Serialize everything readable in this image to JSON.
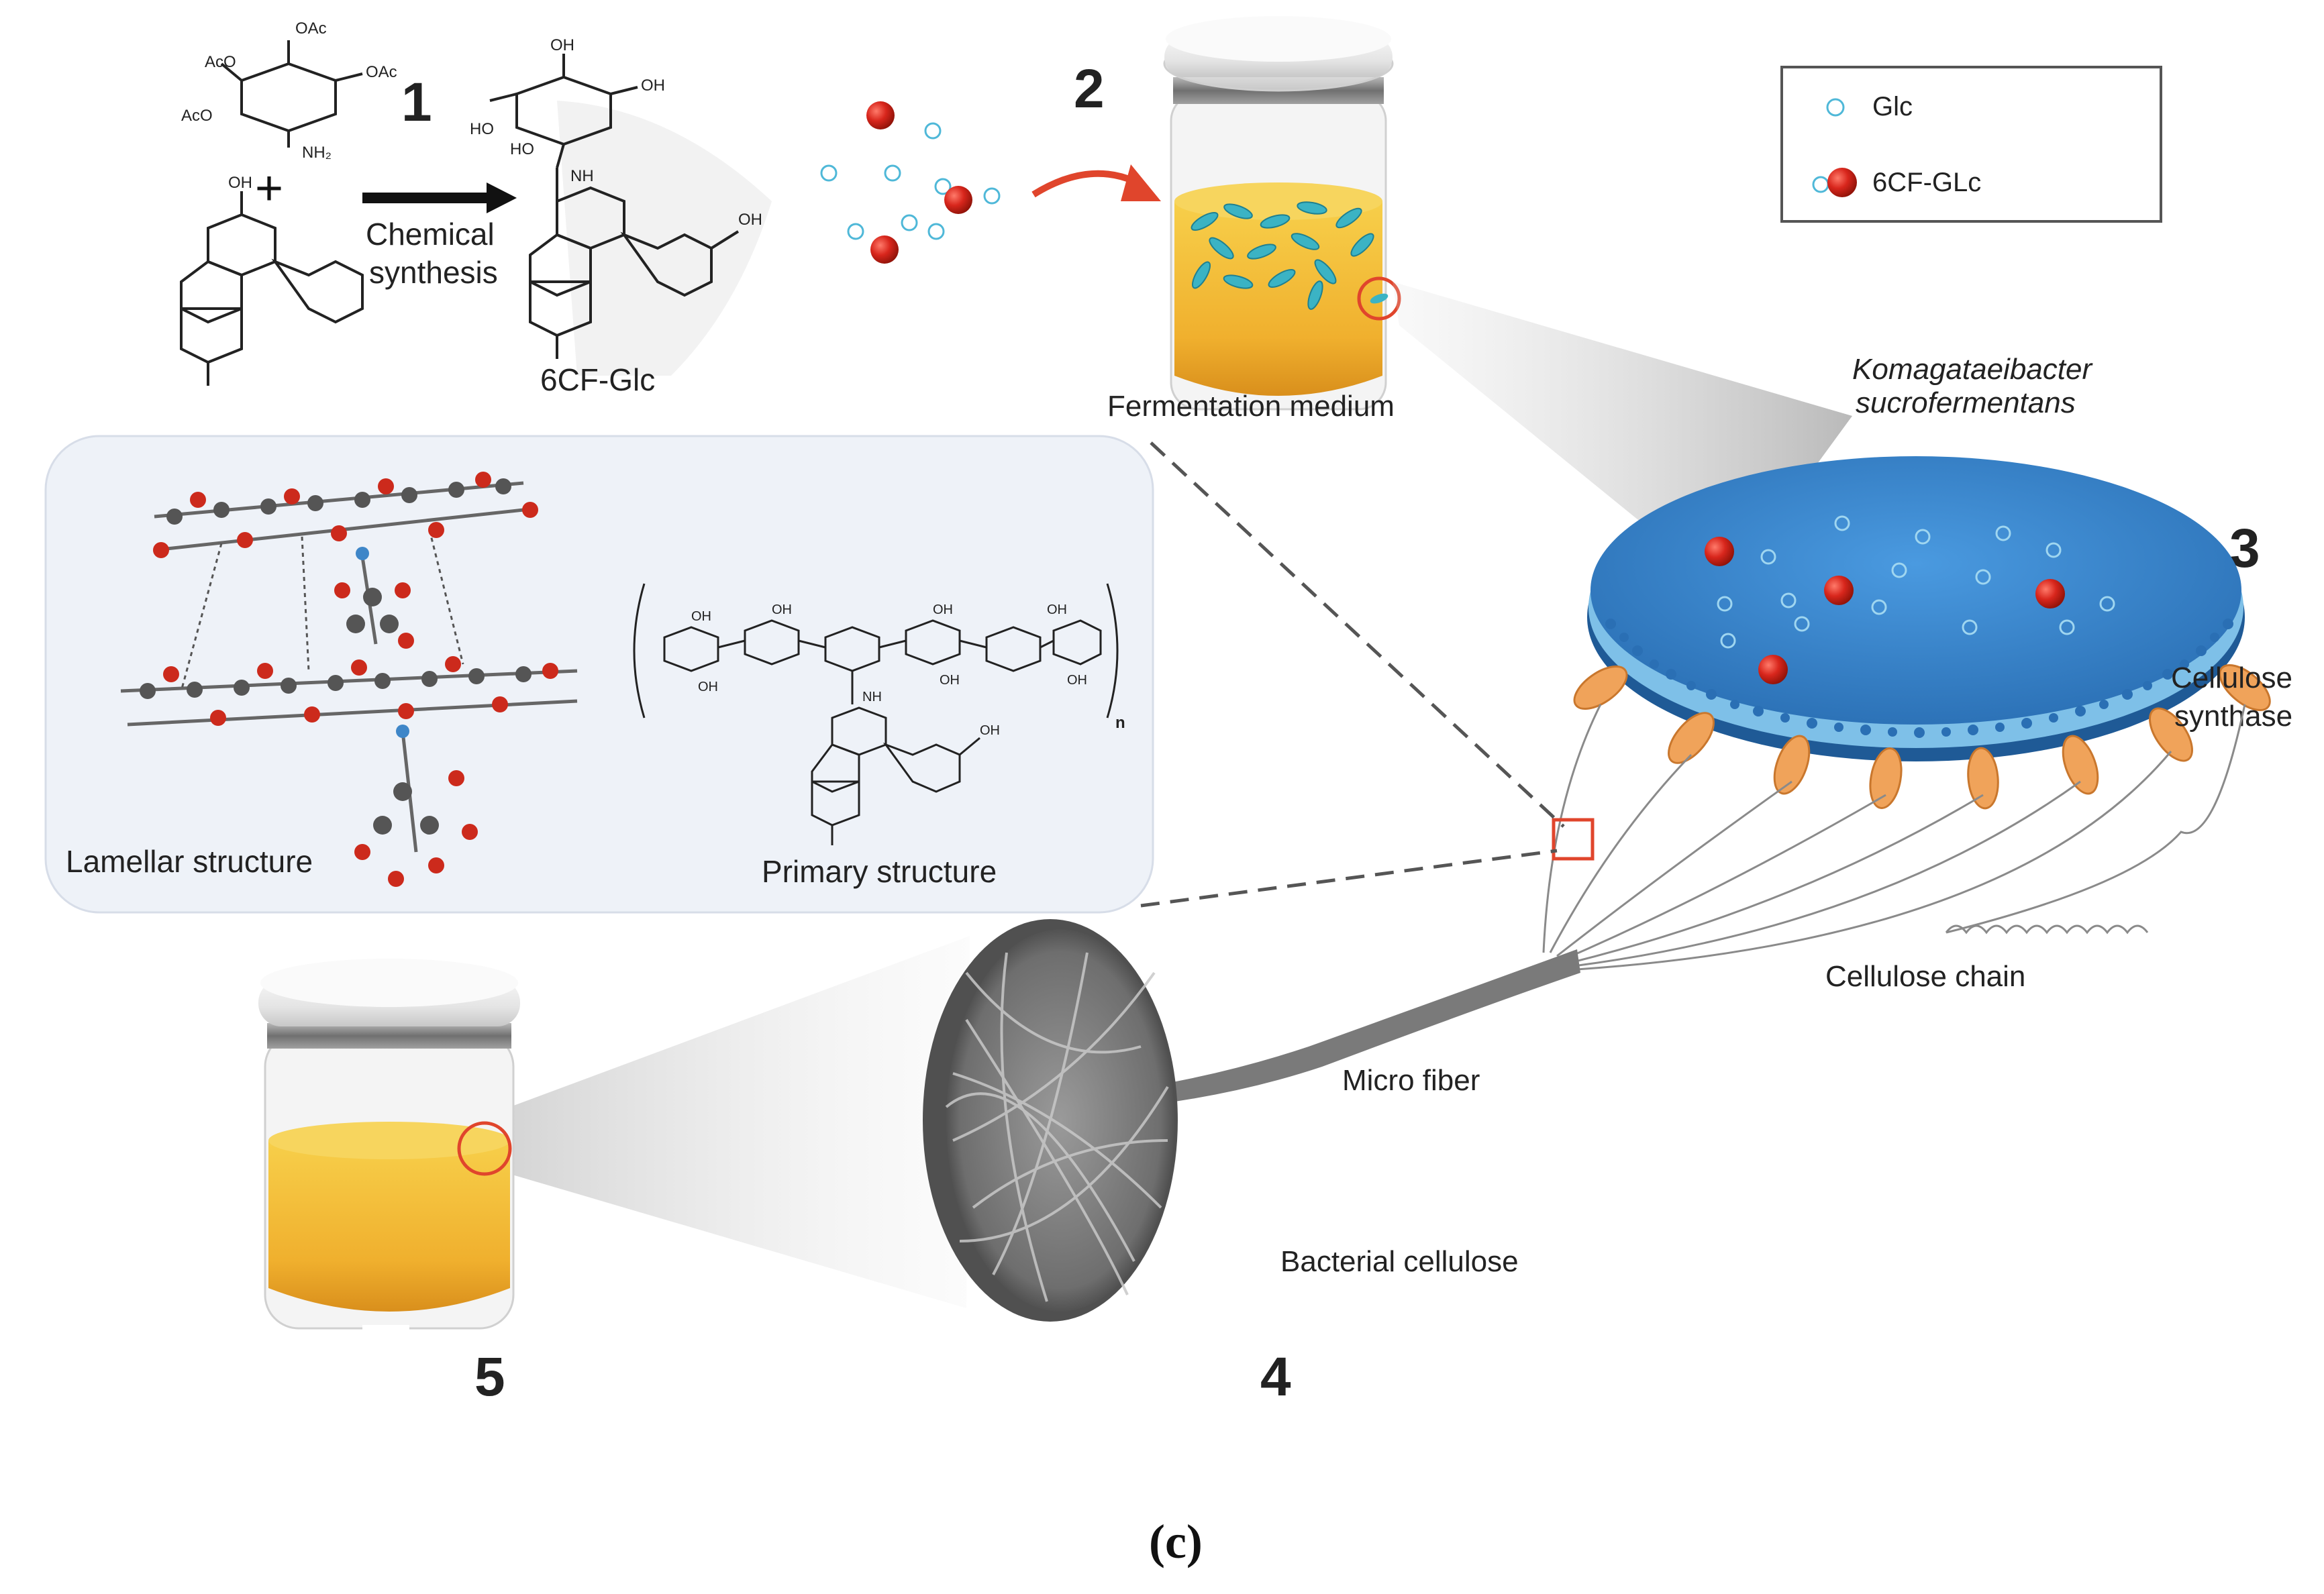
{
  "steps": {
    "s1": "1",
    "s2": "2",
    "s3": "3",
    "s4": "4",
    "s5": "5"
  },
  "synthesis": {
    "arrow_label_line1": "Chemical",
    "arrow_label_line2": "synthesis",
    "product_label": "6CF-Glc",
    "plus_sign": "+"
  },
  "legend": {
    "glc_label": "Glc",
    "cf_glc_label": "6CF-GLc"
  },
  "labels": {
    "fermentation_medium": "Fermentation medium",
    "bacterium_line1": "Komagataeibacter",
    "bacterium_line2": "sucrofermentans",
    "cellulose_synthase_line1": "Cellulose",
    "cellulose_synthase_line2": "synthase",
    "cellulose_chain": "Cellulose chain",
    "micro_fiber": "Micro fiber",
    "bacterial_cellulose": "Bacterial cellulose",
    "lamellar_structure": "Lamellar structure",
    "primary_structure": "Primary structure",
    "subscript_n": "n",
    "caption": "(c)"
  },
  "chem_text": {
    "oac_top": "OAc",
    "oac_right": "OAc",
    "aco_left": "AcO",
    "aco_bottom": "AcO",
    "nh2": "NH₂",
    "oh_fl_top": "OH",
    "oh_p_top": "OH",
    "oh_p_left": "HO",
    "ho_p": "HO",
    "oh_p_right": "OH",
    "nh_p": "NH",
    "oh_p_xan": "OH",
    "oh_prim_1": "OH",
    "oh_prim_2": "OH",
    "oh_prim_3": "OH",
    "oh_prim_4": "OH",
    "oh_prim_5": "OH",
    "oh_prim_6": "OH",
    "oh_prim_7": "OH",
    "nh_prim": "NH",
    "oh_prim_xan": "OH"
  },
  "colors": {
    "medium_yellow": "#f2b733",
    "bacterium_blue": "#2f7fc8",
    "synthase_orange": "#f0a35a",
    "cf_glc_red": "#d8261c",
    "glc_cyan": "#4fb8d8",
    "highlight_red": "#e0452c"
  }
}
